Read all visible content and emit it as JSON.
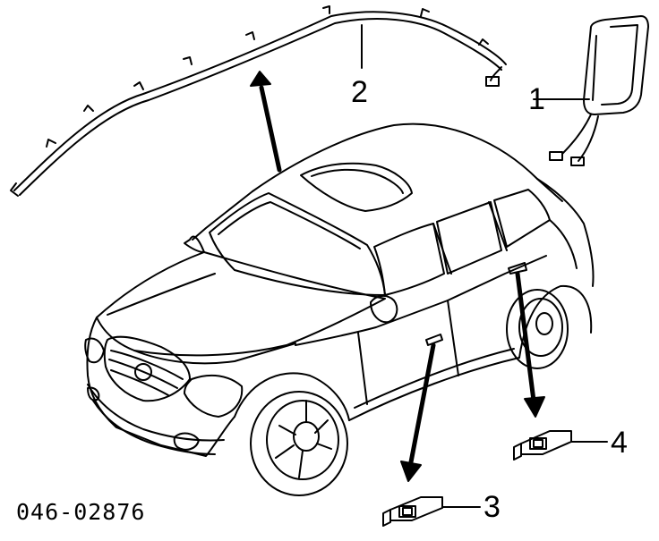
{
  "diagram": {
    "callouts": [
      {
        "label": "1",
        "part": "side airbag module"
      },
      {
        "label": "2",
        "part": "curtain airbag"
      },
      {
        "label": "3",
        "part": "front door impact sensor"
      },
      {
        "label": "4",
        "part": "rear door impact sensor"
      }
    ],
    "part_code": "046-02876"
  },
  "colors": {
    "ink": "#000000",
    "paper": "#ffffff"
  }
}
